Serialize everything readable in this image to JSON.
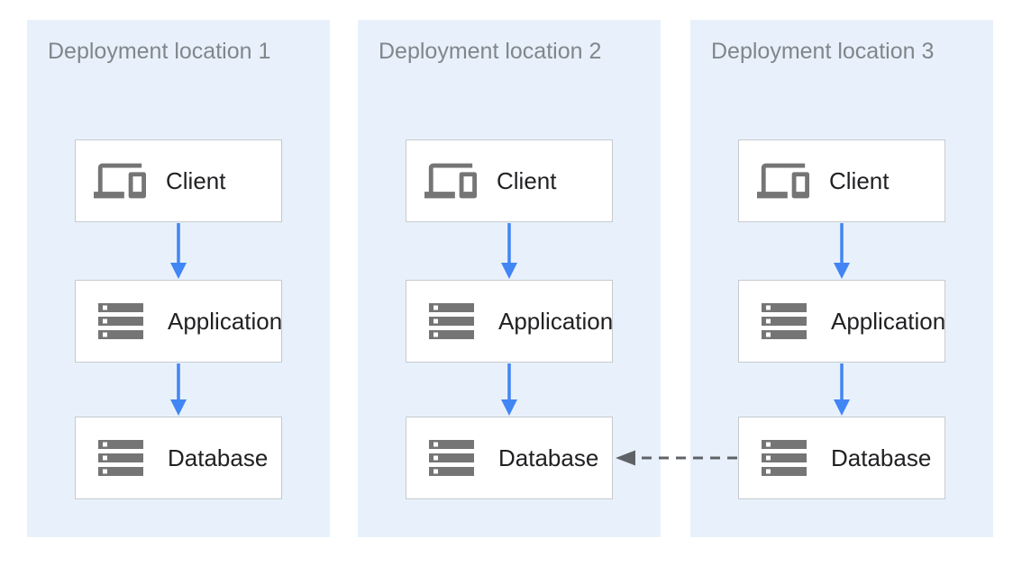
{
  "diagram": {
    "type": "architecture-flow",
    "colors": {
      "panel_background": "#E8F1FB",
      "node_background": "#FFFFFF",
      "node_border": "#C6CACD",
      "flow_arrow": "#4285F4",
      "replication_arrow": "#5F6368",
      "icon": "#757575",
      "panel_title_text": "#81868B",
      "node_label_text": "#212124"
    },
    "panels": [
      {
        "title": "Deployment location 1",
        "nodes": [
          {
            "label": "Client",
            "icon": "devices-icon"
          },
          {
            "label": "Application",
            "icon": "storage-icon"
          },
          {
            "label": "Database",
            "icon": "storage-icon"
          }
        ]
      },
      {
        "title": "Deployment location 2",
        "nodes": [
          {
            "label": "Client",
            "icon": "devices-icon"
          },
          {
            "label": "Application",
            "icon": "storage-icon"
          },
          {
            "label": "Database",
            "icon": "storage-icon"
          }
        ]
      },
      {
        "title": "Deployment location 3",
        "nodes": [
          {
            "label": "Client",
            "icon": "devices-icon"
          },
          {
            "label": "Application",
            "icon": "storage-icon"
          },
          {
            "label": "Database",
            "icon": "storage-icon"
          }
        ]
      }
    ],
    "flow_edges": [
      {
        "panel": "Deployment location 1",
        "from": "Client",
        "to": "Application",
        "style": "solid-blue"
      },
      {
        "panel": "Deployment location 1",
        "from": "Application",
        "to": "Database",
        "style": "solid-blue"
      },
      {
        "panel": "Deployment location 2",
        "from": "Client",
        "to": "Application",
        "style": "solid-blue"
      },
      {
        "panel": "Deployment location 2",
        "from": "Application",
        "to": "Database",
        "style": "solid-blue"
      },
      {
        "panel": "Deployment location 3",
        "from": "Client",
        "to": "Application",
        "style": "solid-blue"
      },
      {
        "panel": "Deployment location 3",
        "from": "Application",
        "to": "Database",
        "style": "solid-blue"
      },
      {
        "from": "Deployment location 3 / Database",
        "to": "Deployment location 2 / Database",
        "style": "dashed-gray"
      }
    ]
  }
}
